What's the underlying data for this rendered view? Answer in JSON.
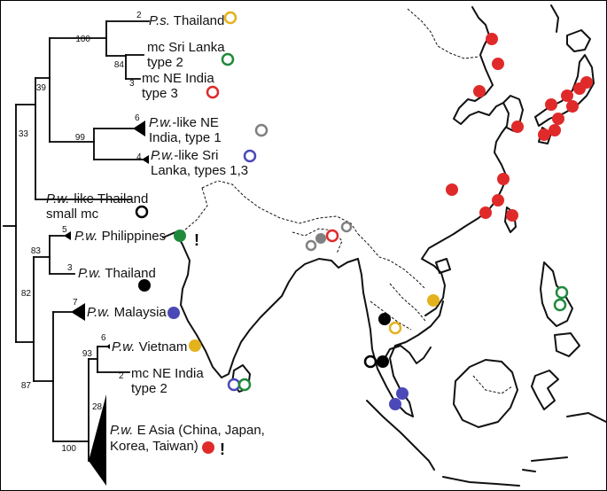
{
  "colors": {
    "red": "#e02a2a",
    "green": "#1f8a3b",
    "yellow": "#e3b21c",
    "blue": "#4b49b8",
    "gray": "#808080",
    "black": "#000000"
  },
  "tree": {
    "support": {
      "n100a": "100",
      "n84": "84",
      "n39": "39",
      "n99": "99",
      "n33": "33",
      "n83": "83",
      "n82": "82",
      "n87": "87",
      "n93": "93",
      "n100b": "100"
    },
    "counts": {
      "ps": "2",
      "ne3": "3",
      "ne1": "6",
      "sri13": "4",
      "phil": "5",
      "thai": "3",
      "malay": "7",
      "viet": "6",
      "ne2": "2",
      "easia": "28"
    },
    "taxa": {
      "ps_thailand": {
        "italic": "P.s.",
        "rest": " Thailand"
      },
      "sri_lanka_type2": {
        "line1": "mc Sri Lanka",
        "line2": "type 2"
      },
      "ne_india_type3": {
        "line1": "mc NE India",
        "line2": "type 3"
      },
      "pw_like_ne_india": {
        "italic": "P.w.",
        "rest": "-like NE",
        "line2": "India, type 1"
      },
      "pw_like_sri_lanka": {
        "italic": "P.w.",
        "rest": "-like Sri",
        "line2": "Lanka, types 1,3"
      },
      "pw_like_thailand": {
        "italic": "P.w.",
        "rest": "-like Thailand",
        "line2": "small mc"
      },
      "pw_philippines": {
        "italic": "P.w.",
        "rest": " Philippines"
      },
      "pw_thailand": {
        "italic": "P.w.",
        "rest": " Thailand"
      },
      "pw_malaysia": {
        "italic": "P.w.",
        "rest": " Malaysia"
      },
      "pw_vietnam": {
        "italic": "P.w.",
        "rest": " Vietnam"
      },
      "ne_india_type2": {
        "line1": "mc NE India",
        "line2": "type 2"
      },
      "pw_east_asia": {
        "italic": "P.w.",
        "rest": " E Asia (China, Japan,",
        "line2": "Korea, Taiwan)"
      }
    },
    "exclamation": "!"
  },
  "legend_markers": [
    {
      "taxon": "ps_thailand",
      "color": "yellow",
      "fill": "open"
    },
    {
      "taxon": "sri_lanka_type2",
      "color": "green",
      "fill": "open"
    },
    {
      "taxon": "ne_india_type3",
      "color": "red",
      "fill": "open"
    },
    {
      "taxon": "pw_like_ne_india",
      "color": "gray",
      "fill": "open"
    },
    {
      "taxon": "pw_like_sri_lanka",
      "color": "blue",
      "fill": "open"
    },
    {
      "taxon": "pw_like_thailand",
      "color": "black",
      "fill": "open"
    },
    {
      "taxon": "pw_philippines",
      "color": "green",
      "fill": "filled"
    },
    {
      "taxon": "pw_thailand",
      "color": "black",
      "fill": "filled"
    },
    {
      "taxon": "pw_malaysia",
      "color": "blue",
      "fill": "filled"
    },
    {
      "taxon": "pw_vietnam",
      "color": "yellow",
      "fill": "filled"
    },
    {
      "taxon": "pw_east_asia",
      "color": "red",
      "fill": "filled"
    }
  ],
  "map_markers": {
    "east_asia": {
      "color": "red",
      "fill": "filled",
      "count": 17
    },
    "ne_india": [
      {
        "color": "gray",
        "fill": "open"
      },
      {
        "color": "gray",
        "fill": "filled"
      },
      {
        "color": "red",
        "fill": "open"
      },
      {
        "color": "gray",
        "fill": "open"
      }
    ],
    "sri_lanka": [
      {
        "color": "blue",
        "fill": "open"
      },
      {
        "color": "green",
        "fill": "open"
      }
    ],
    "thailand": [
      {
        "color": "black",
        "fill": "filled"
      },
      {
        "color": "yellow",
        "fill": "open"
      },
      {
        "color": "black",
        "fill": "open"
      },
      {
        "color": "black",
        "fill": "filled"
      }
    ],
    "vietnam": [
      {
        "color": "yellow",
        "fill": "filled"
      }
    ],
    "malaysia": [
      {
        "color": "blue",
        "fill": "filled"
      },
      {
        "color": "blue",
        "fill": "filled"
      }
    ],
    "philippines": [
      {
        "color": "green",
        "fill": "open"
      },
      {
        "color": "green",
        "fill": "open"
      }
    ]
  }
}
